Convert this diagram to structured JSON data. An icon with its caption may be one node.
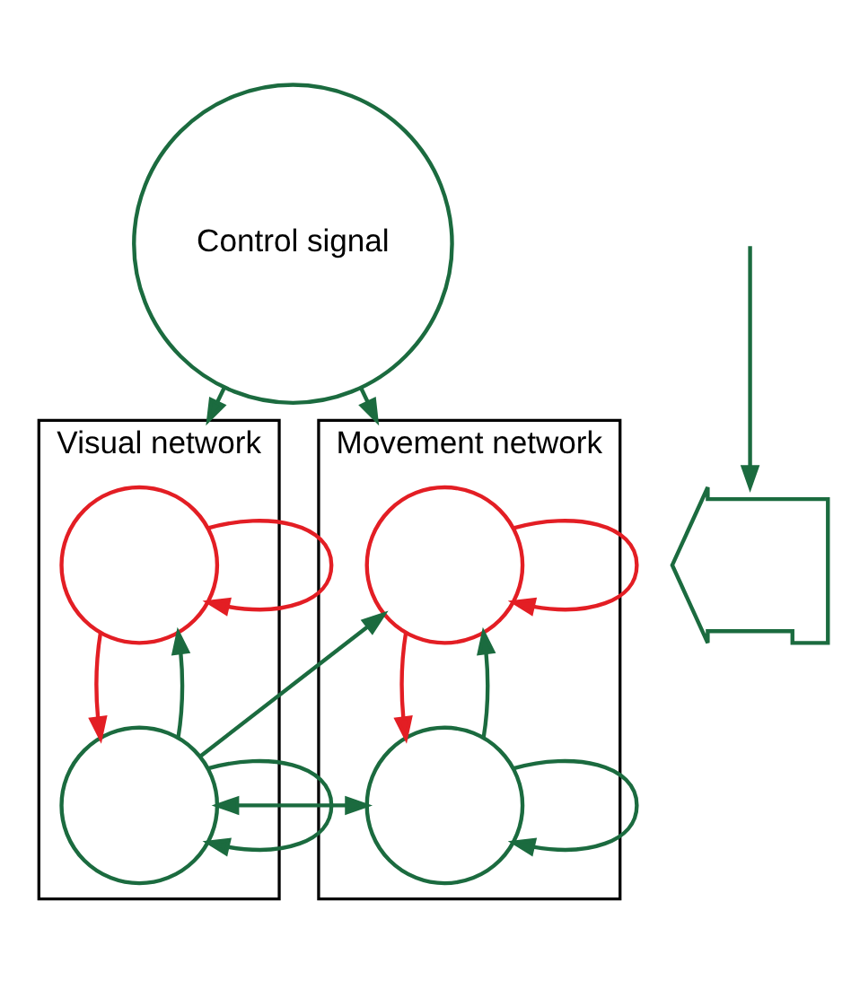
{
  "diagram": {
    "nodes": [
      {
        "text": [
          "Control signal"
        ]
      },
      {
        "text": [
          "Visual network"
        ]
      },
      {
        "text": [],
        "shape": "circle",
        "in": 1
      },
      {
        "text": [],
        "shape": "circle",
        "in": 1
      },
      {
        "text": [
          "Movement network"
        ]
      },
      {
        "text": [],
        "shape": "circle",
        "in": 4
      },
      {
        "text": [],
        "shape": "circle",
        "in": 4
      },
      {
        "text": [],
        "shape": "curve"
      }
    ],
    "edges": [
      {
        "from": 0,
        "to": 1,
        "arrow": "to"
      },
      {
        "from": 0,
        "to": 4,
        "arrow": "to"
      },
      {
        "from": 2,
        "to": 2,
        "arrow": "to",
        "color": "#e31e24"
      },
      {
        "from": 2,
        "to": 3,
        "arrow": "to",
        "color": "#e31e24"
      },
      {
        "from": 3,
        "to": 2,
        "arrow": "to"
      },
      {
        "from": 3,
        "to": 3,
        "arrow": "to"
      },
      {
        "from": 5,
        "to": 5,
        "arrow": "to",
        "color": "#e31e24"
      },
      {
        "from": 5,
        "to": 6,
        "arrow": "to",
        "color": "#e31e24"
      },
      {
        "from": 6,
        "to": 5,
        "arrow": "to"
      },
      {
        "from": 6,
        "to": 6,
        "arrow": "to"
      },
      {
        "from": 3,
        "to": 5,
        "arrow": "to"
      },
      {
        "from": 3,
        "to": 6,
        "arrow": "both"
      },
      {
        "from": null,
        "to": 7,
        "arrow": "to"
      }
    ]
  }
}
